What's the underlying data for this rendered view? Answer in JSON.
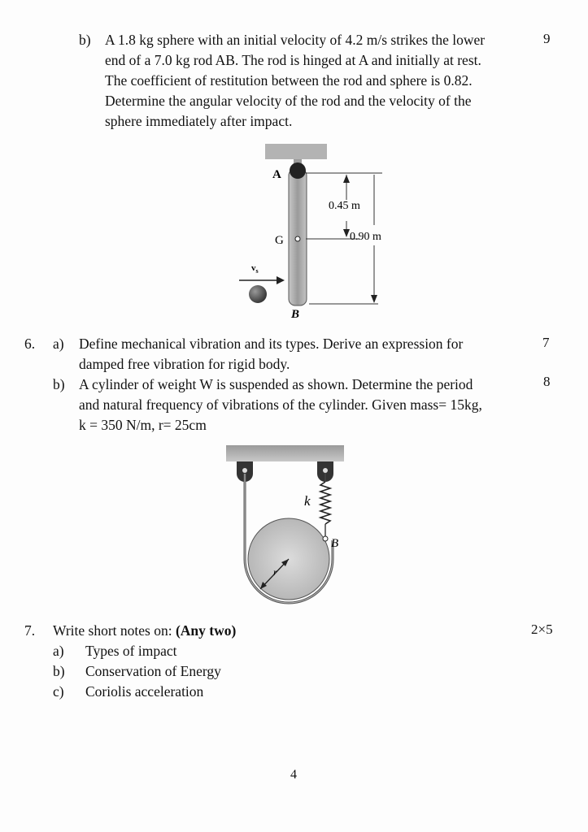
{
  "q5b": {
    "label": "b)",
    "lines": [
      "A 1.8 kg sphere with an initial velocity of 4.2 m/s strikes the lower",
      "end of a 7.0 kg rod AB.  The rod is hinged at A and initially at rest.",
      "The coefficient of restitution between the rod and sphere is 0.82.",
      "Determine the angular velocity of the rod and the velocity of the",
      "sphere immediately after impact."
    ],
    "marks": "9"
  },
  "fig1": {
    "label_A": "A",
    "label_G": "G",
    "label_B": "B",
    "label_v": "v",
    "label_v_sub": "s",
    "dim_1": "0.45 m",
    "dim_2": "0.90 m"
  },
  "q6": {
    "number": "6.",
    "a": {
      "label": "a)",
      "lines": [
        "Define mechanical vibration and its types. Derive an expression for",
        "damped free vibration for rigid body."
      ],
      "marks": "7"
    },
    "b": {
      "label": "b)",
      "lines": [
        "A cylinder of weight W is suspended as shown. Determine the period",
        "and natural frequency of vibrations of the cylinder. Given mass= 15kg,",
        "k = 350 N/m, r= 25cm"
      ],
      "marks": "8"
    }
  },
  "fig2": {
    "label_k": "k",
    "label_B": "B",
    "label_r": "r"
  },
  "q7": {
    "number": "7.",
    "intro": "Write short notes on: ",
    "intro_bold": "(Any two)",
    "marks": "2×5",
    "items": [
      {
        "label": "a)",
        "text": "Types of impact"
      },
      {
        "label": "b)",
        "text": "Conservation of Energy"
      },
      {
        "label": "c)",
        "text": "Coriolis acceleration"
      }
    ]
  },
  "page_number": "4"
}
